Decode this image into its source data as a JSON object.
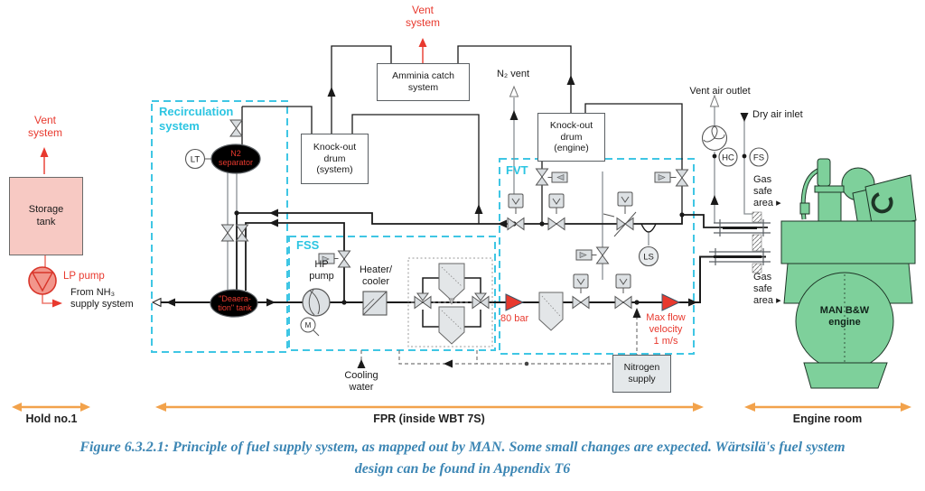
{
  "labels": {
    "vent_system": [
      "Vent",
      "system"
    ],
    "amminia": [
      "Amminia catch",
      "system"
    ],
    "n2_vent": "N₂ vent",
    "ko_system": [
      "Knock-out",
      "drum",
      "(system)"
    ],
    "ko_engine": [
      "Knock-out",
      "drum",
      "(engine)"
    ],
    "vent_air_outlet": "Vent air outlet",
    "dry_air_inlet": "Dry air inlet",
    "gas_safe": [
      "Gas",
      "safe",
      "area ▸"
    ],
    "recirculation": [
      "Recirculation",
      "system"
    ],
    "storage_tank": [
      "Storage",
      "tank"
    ],
    "lp_pump": "LP pump",
    "from_nh3": [
      "From NH₃",
      "supply system"
    ],
    "n2_separator": [
      "N2",
      "separator"
    ],
    "deaeration": [
      "\"Deaera-",
      "tion\" tank"
    ],
    "fss": "FSS",
    "fvt": "FVT",
    "hp_pump": [
      "HP",
      "pump"
    ],
    "heater_cooler": [
      "Heater/",
      "cooler"
    ],
    "cooling_water": [
      "Cooling",
      "water"
    ],
    "bar80": "80 bar",
    "max_flow": [
      "Max flow",
      "velocity",
      "1 m/s"
    ],
    "nitrogen": [
      "Nitrogen",
      "supply"
    ],
    "engine": [
      "MAN B&W",
      "engine"
    ],
    "instruments": {
      "lt": "LT",
      "ls": "LS",
      "hc": "HC",
      "fs": "FS",
      "m": "M"
    }
  },
  "zones": {
    "hold": "Hold no.1",
    "fpr": "FPR  (inside WBT 7S)",
    "engine_room": "Engine room"
  },
  "caption": [
    "Figure 6.3.2.1: Principle of fuel supply system, as mapped out by MAN. Some small changes are expected. Wärtsilä's fuel system",
    "design can be found in Appendix T6"
  ],
  "colors": {
    "accent_cyan": "#3fc6e4",
    "alert_red": "#e8392e",
    "zone_orange": "#f2a24b",
    "caption_blue": "#3c86b4",
    "engine_green": "#7ed09b",
    "tank_pink": "#f7c9c3"
  }
}
